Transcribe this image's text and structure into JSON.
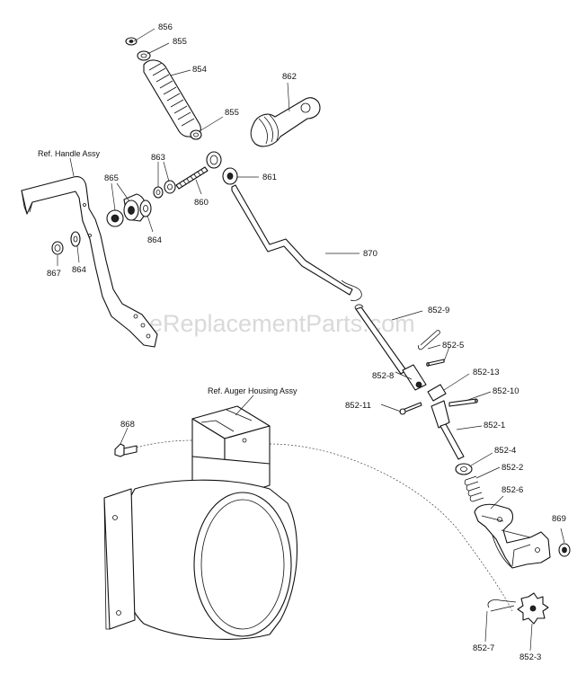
{
  "watermark": "eReplacementParts.com",
  "references": {
    "handle_assy": "Ref. Handle Assy",
    "auger_housing_assy": "Ref. Auger Housing Assy"
  },
  "labels": {
    "p856": "856",
    "p855_top": "855",
    "p854": "854",
    "p862": "862",
    "p855_mid": "855",
    "p863": "863",
    "p865": "865",
    "p861": "861",
    "p860": "860",
    "p864_mid": "864",
    "p867": "867",
    "p864_left": "864",
    "p870": "870",
    "p852_9": "852-9",
    "p852_5": "852-5",
    "p852_8": "852-8",
    "p852_13": "852-13",
    "p852_10": "852-10",
    "p852_11": "852-11",
    "p852_1": "852-1",
    "p868": "868",
    "p852_4": "852-4",
    "p852_2": "852-2",
    "p852_6": "852-6",
    "p869": "869",
    "p852_7": "852-7",
    "p852_3": "852-3"
  }
}
